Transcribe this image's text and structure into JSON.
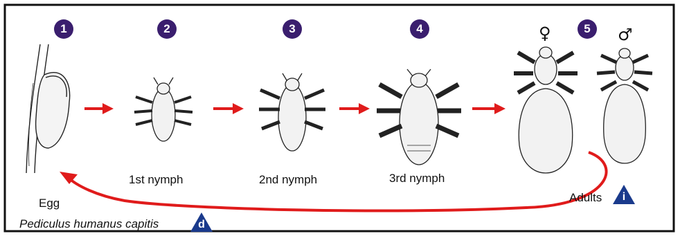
{
  "stages": [
    {
      "number": "1",
      "label": "Egg"
    },
    {
      "number": "2",
      "label": "1st nymph"
    },
    {
      "number": "3",
      "label": "2nd nymph"
    },
    {
      "number": "4",
      "label": "3rd nymph"
    },
    {
      "number": "5",
      "label": "Adults"
    }
  ],
  "symbols": {
    "female": "♀",
    "male": "♂"
  },
  "species": "Pediculus humanus capitis",
  "stage_markers": {
    "diagnostic": "d",
    "infective": "i"
  },
  "colors": {
    "arrow": "#e01b1b",
    "badge": "#3a1e6e",
    "marker": "#1a3a8c",
    "border": "#111111"
  }
}
